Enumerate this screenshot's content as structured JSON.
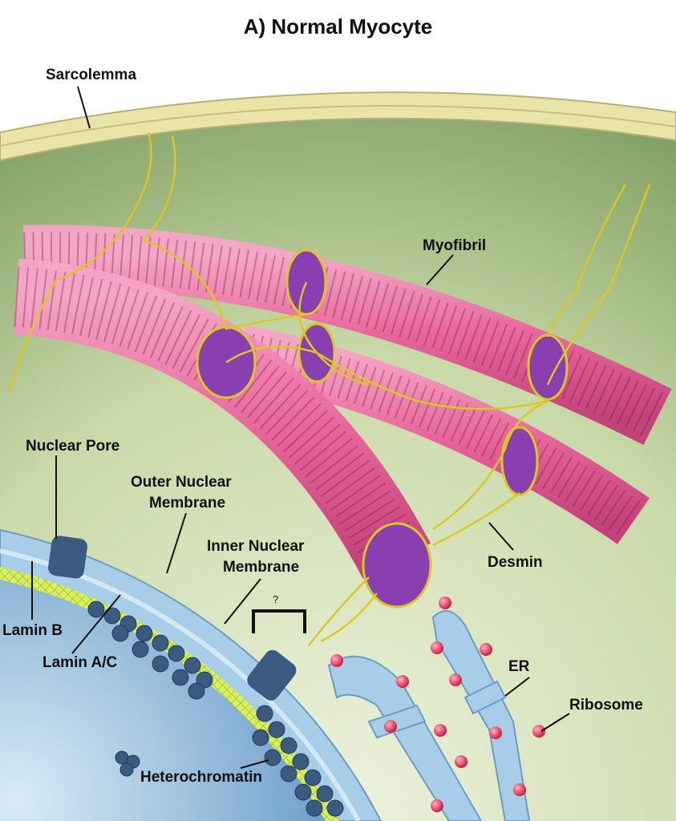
{
  "title": "A) Normal Myocyte",
  "labels": {
    "sarcolemma": "Sarcolemma",
    "myofibril": "Myofibril",
    "nuclear_pore": "Nuclear Pore",
    "outer_nuclear_membrane_1": "Outer Nuclear",
    "outer_nuclear_membrane_2": "Membrane",
    "inner_nuclear_membrane_1": "Inner Nuclear",
    "inner_nuclear_membrane_2": "Membrane",
    "unknown": "?",
    "desmin": "Desmin",
    "lamin_b": "Lamin B",
    "lamin_ac": "Lamin A/C",
    "er": "ER",
    "ribosome": "Ribosome",
    "heterochromatin": "Heterochromatin"
  },
  "colors": {
    "sarcolemma": "#e9e4a8",
    "cytoplasm": "#c9d9a8",
    "myofibril": "#e8609a",
    "myofibril_cap": "#8a3fb0",
    "desmin": "#d8c820",
    "nucleus": "#5c8fc0",
    "membrane": "#a8cde8",
    "lamina": "#d8f060",
    "ribosome": "#e0204a",
    "heterochromatin": "#3a5a80"
  }
}
